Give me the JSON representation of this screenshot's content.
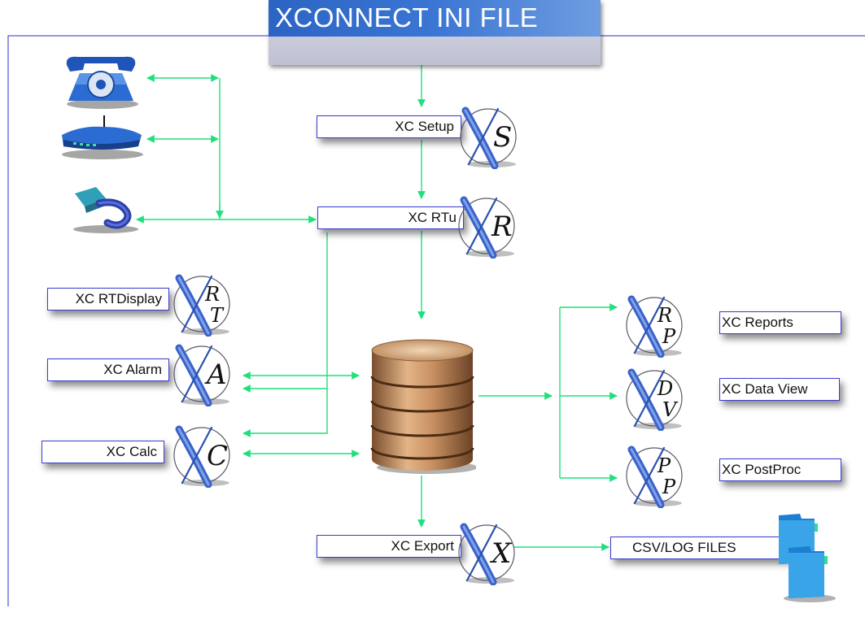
{
  "title": "XCONNECT INI FILE",
  "nodes": {
    "setup": "XC Setup",
    "rtu": "XC RTu",
    "rtdisplay": "XC RTDisplay",
    "alarm": "XC Alarm",
    "calc": "XC  Calc",
    "reports": "XC Reports",
    "dataview": "XC Data View",
    "postproc": "XC PostProc",
    "export": "XC Export",
    "files": "CSV/LOG FILES"
  },
  "logo_glyphs": {
    "setup": [
      "S"
    ],
    "rtu": [
      "R"
    ],
    "rtdisplay": [
      "R",
      "T"
    ],
    "alarm": [
      "A"
    ],
    "calc": [
      "C"
    ],
    "reports": [
      "R",
      "P"
    ],
    "dataview": [
      "D",
      "V"
    ],
    "postproc": [
      "P",
      "P"
    ],
    "export": [
      "X"
    ]
  },
  "colors": {
    "arrow": "#1fe07a",
    "box_border": "#3b3bd1",
    "frame": "#2c2cc8",
    "x_blue": "#3a62c9",
    "title_band": "#2c64c4"
  },
  "icons": [
    "telephone-icon",
    "modem-icon",
    "network-cable-icon",
    "database-icon",
    "file-folders-icon"
  ]
}
